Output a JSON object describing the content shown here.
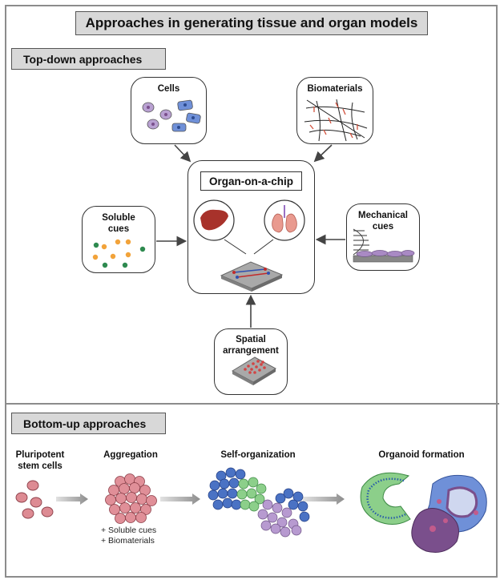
{
  "title": "Approaches in generating tissue and organ models",
  "top_section": {
    "label": "Top-down approaches",
    "center": "Organ-on-a-chip",
    "inputs": {
      "cells": "Cells",
      "biomaterials": "Biomaterials",
      "soluble": "Soluble\ncues",
      "mechanical": "Mechanical\ncues",
      "spatial": "Spatial\narrangement"
    }
  },
  "bottom_section": {
    "label": "Bottom-up approaches",
    "stages": {
      "pluripotent": "Pluripotent\nstem cells",
      "aggregation": "Aggregation",
      "self_organization": "Self-organization",
      "organoid": "Organoid formation"
    },
    "aggregation_notes": [
      "+ Soluble cues",
      "+ Biomaterials"
    ]
  },
  "colors": {
    "frame": "#8c8c8c",
    "label_bg": "#d8d8d8",
    "blue_cell": "#4a72c4",
    "purple_cell": "#a98ac4",
    "pink_cell": "#d77b85",
    "green_cell": "#8ccf8a",
    "orange_dot": "#f2a33a",
    "green_dot": "#2e8a4f"
  }
}
